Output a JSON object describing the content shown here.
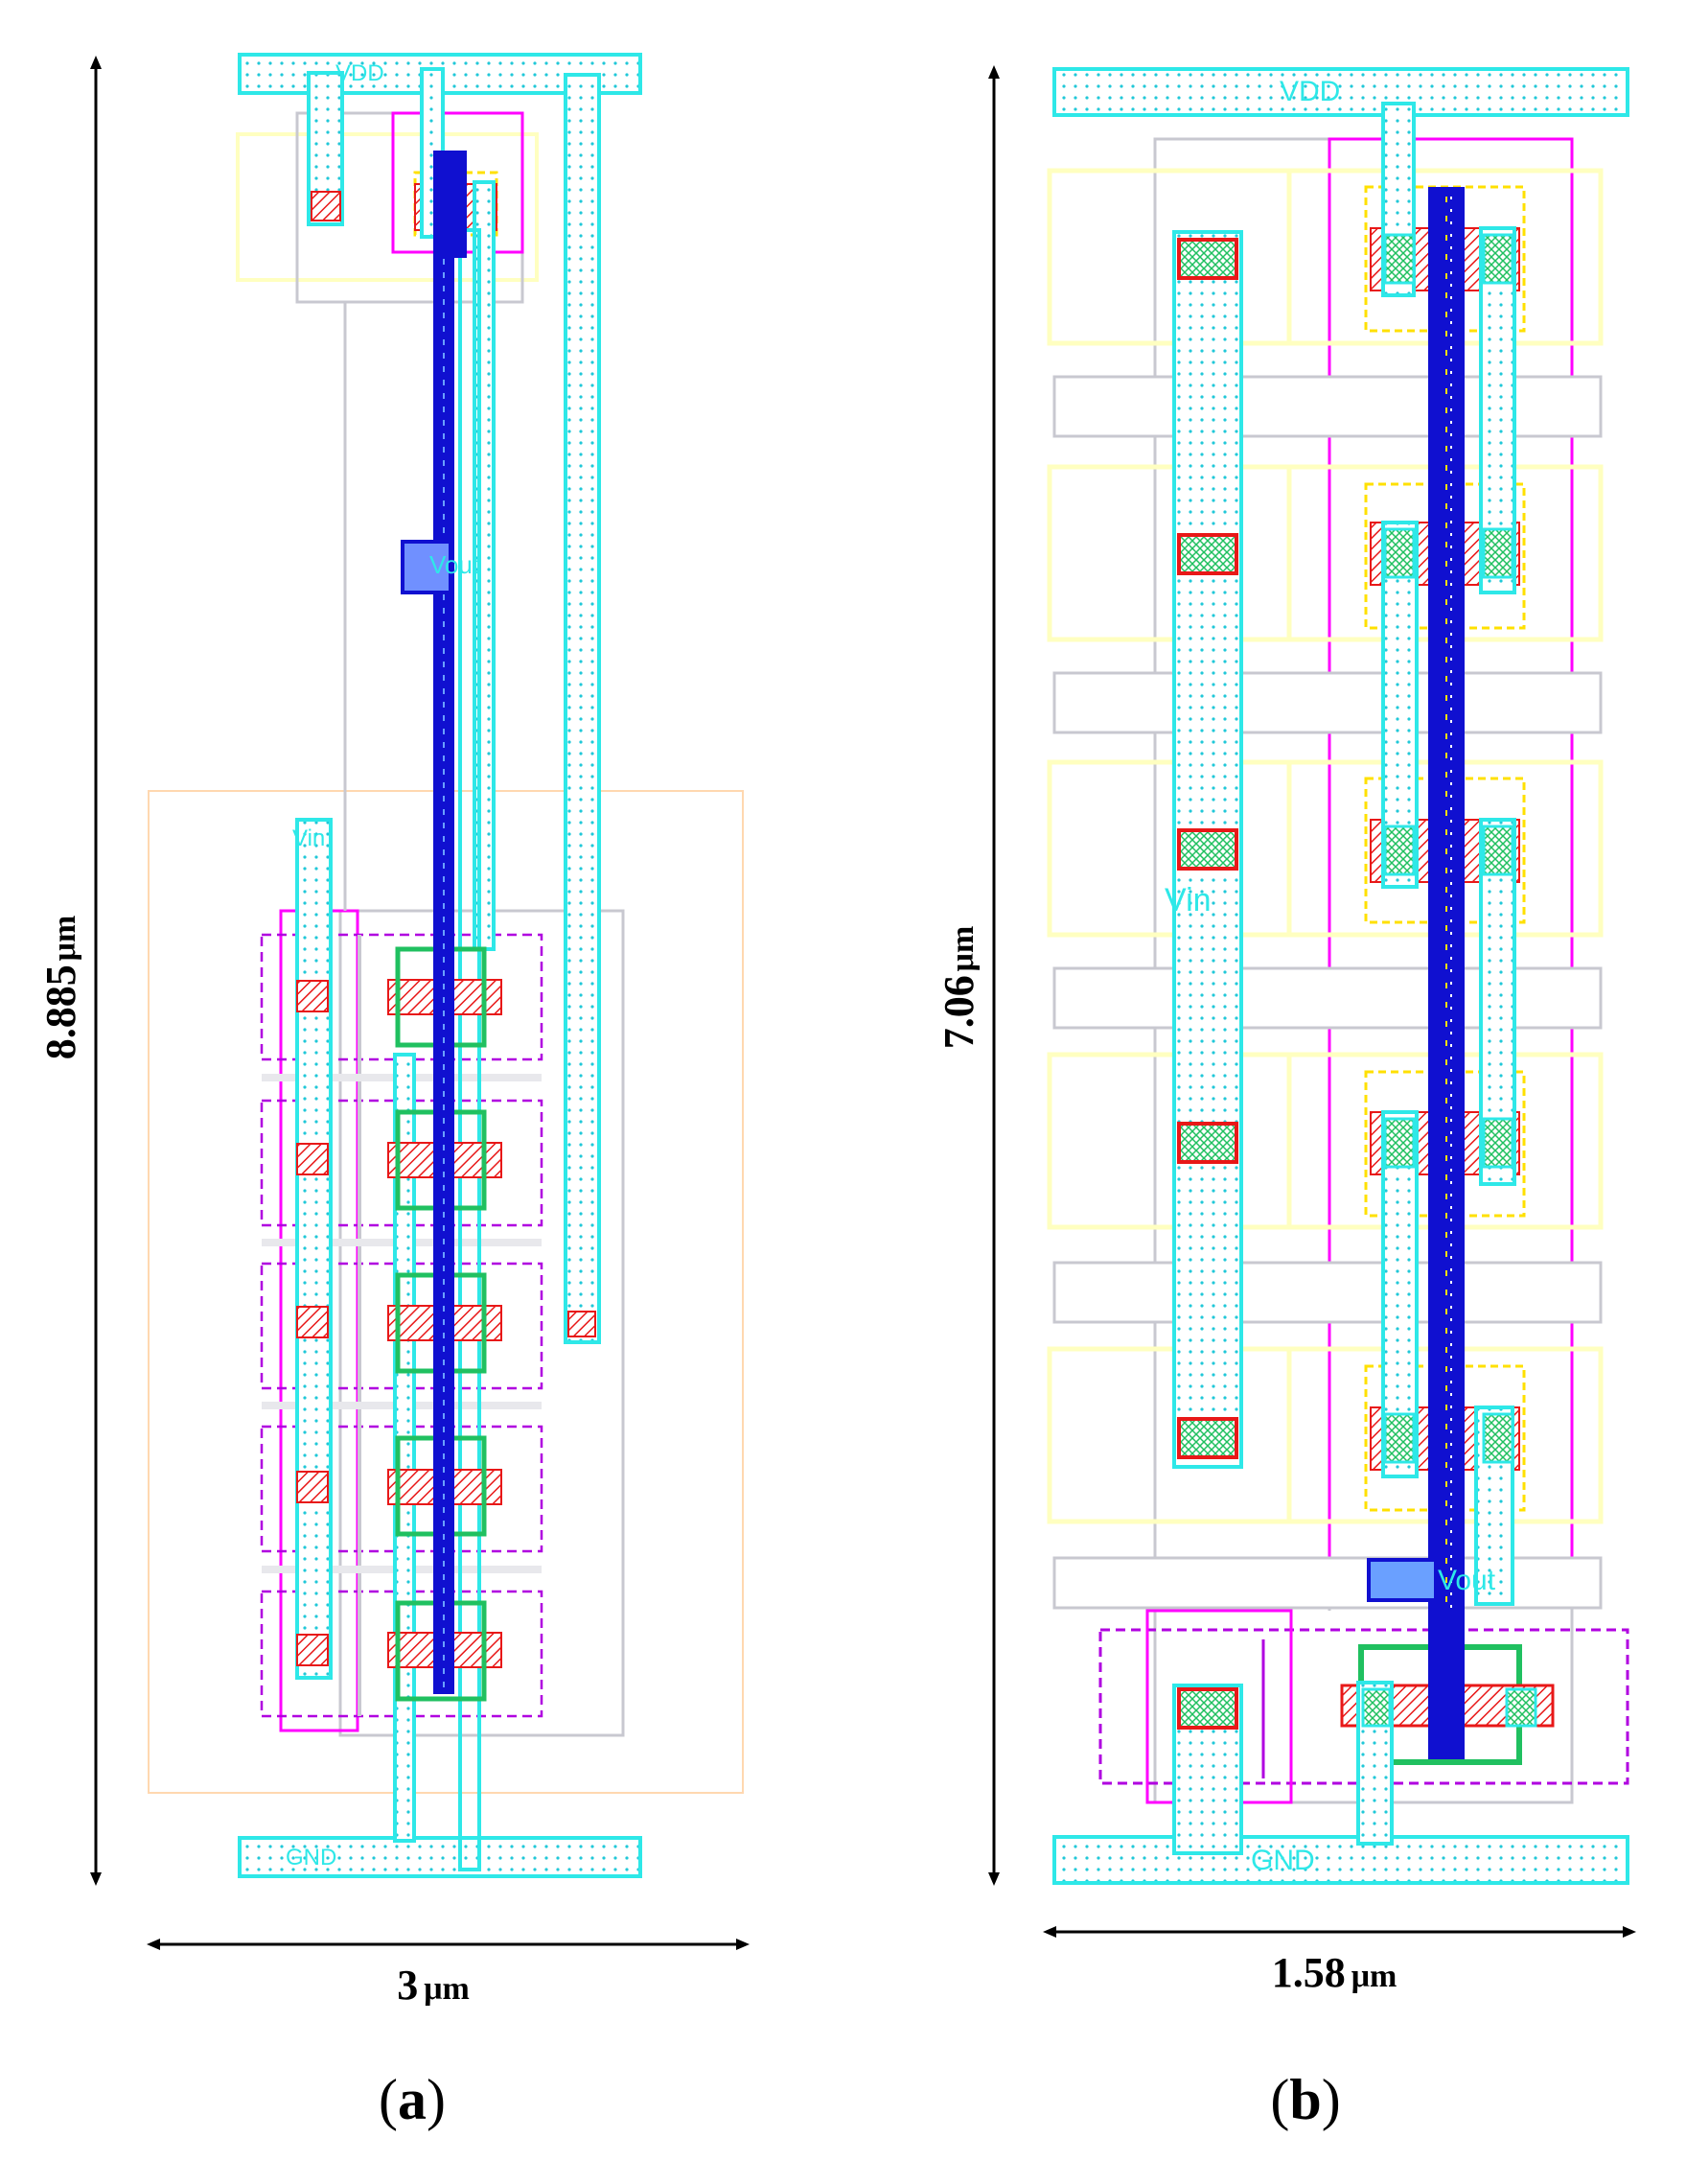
{
  "panel_a": {
    "height_dim": "8.885",
    "width_dim": "3",
    "unit": "μm",
    "caption_letter": "a",
    "labels": {
      "vdd": "VDD",
      "gnd": "GND",
      "vout": "Vout",
      "vin": "Vin"
    }
  },
  "panel_b": {
    "height_dim": "7.06",
    "width_dim": "1.58",
    "unit": "μm",
    "caption_letter": "b",
    "labels": {
      "vdd": "VDD",
      "gnd": "GND",
      "vout": "Vout",
      "vin": "Vin"
    }
  },
  "colors": {
    "metal1": "#2ee8e8",
    "poly": "#1010d0",
    "contact": "#e81818",
    "nwell": "#ff00ff",
    "active_p": "#ffffc0",
    "active_n": "#b000e0",
    "gate": "#20c060",
    "outline": "#c8c8d0",
    "dashed_yellow": "#ffe000"
  }
}
